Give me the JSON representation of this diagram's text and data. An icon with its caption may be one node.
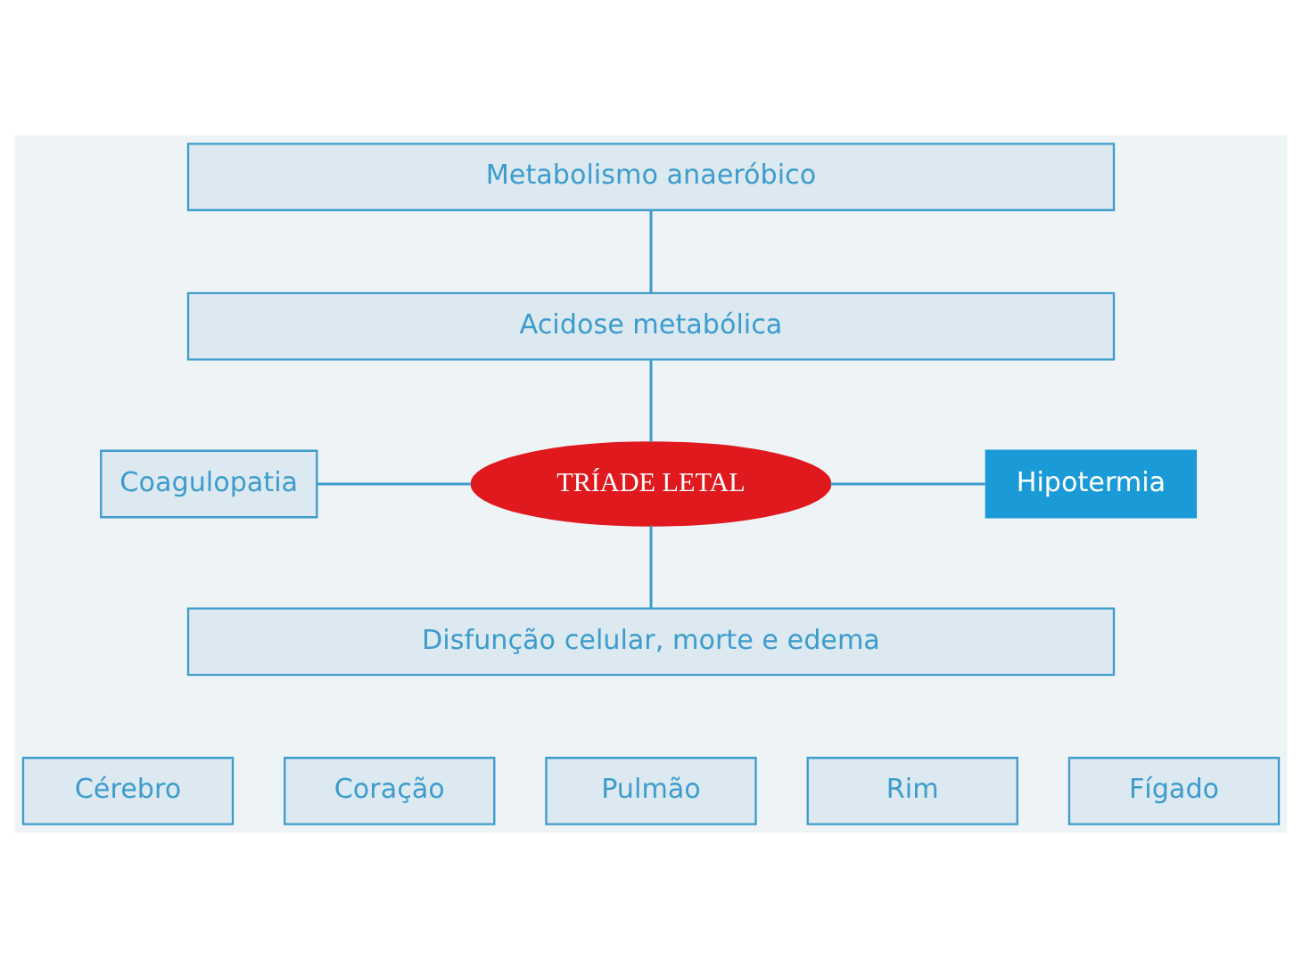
{
  "diagram": {
    "nodes": [
      {
        "text": [
          "Metabolismo anaeróbico"
        ]
      },
      {
        "text": [
          "Acidose metabólica"
        ]
      },
      {
        "text": [
          "Coagulopatia"
        ]
      },
      {
        "text": [
          "TRÍADE LETAL"
        ]
      },
      {
        "text": [
          "Hipotermia"
        ]
      },
      {
        "text": [
          "Disfunção celular, morte e edema"
        ]
      },
      {
        "text": [
          "Cérebro"
        ]
      },
      {
        "text": [
          "Coração"
        ]
      },
      {
        "text": [
          "Pulmão"
        ]
      },
      {
        "text": [
          "Rim"
        ]
      },
      {
        "text": [
          "Fígado"
        ]
      }
    ],
    "edges": [
      {
        "from": 0,
        "to": 1,
        "arrow": "none"
      },
      {
        "from": 1,
        "to": 3,
        "arrow": "none"
      },
      {
        "from": 2,
        "to": 3,
        "arrow": "none"
      },
      {
        "from": 3,
        "to": 4,
        "arrow": "none"
      },
      {
        "from": 3,
        "to": 5,
        "arrow": "none"
      }
    ]
  }
}
